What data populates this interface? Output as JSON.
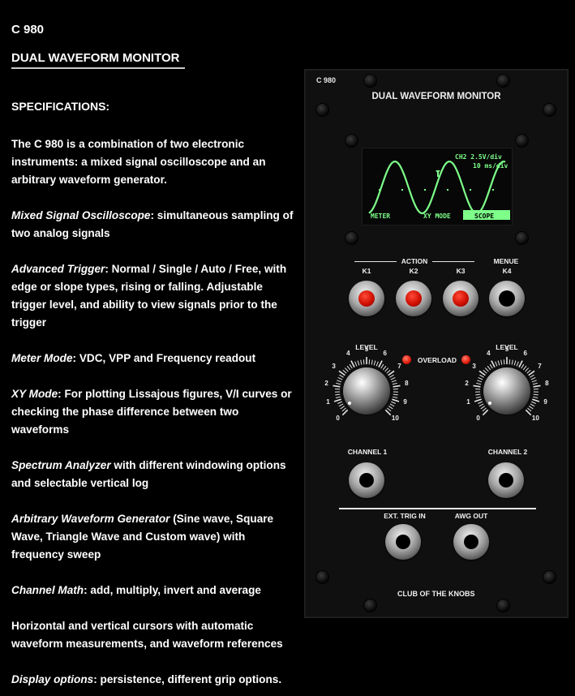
{
  "header": {
    "model": "C 980",
    "product": "DUAL WAVEFORM MONITOR",
    "spec_title": "SPECIFICATIONS:"
  },
  "specs": [
    {
      "lead": "",
      "text": "The C 980  is a combination of two electronic instruments: a mixed signal oscilloscope and an arbitrary waveform generator."
    },
    {
      "lead": "Mixed Signal Oscilloscope",
      "text": ": simultaneous sampling of two analog signals"
    },
    {
      "lead": "Advanced Trigger",
      "text": ": Normal / Single / Auto / Free, with edge or slope types, rising or falling. Adjustable trigger level, and ability to view signals prior to the trigger"
    },
    {
      "lead": "Meter Mode",
      "text": ": VDC, VPP and Frequency readout"
    },
    {
      "lead": "XY Mode",
      "text": ": For plotting Lissajous figures, V/I curves or checking the phase difference between two waveforms"
    },
    {
      "lead": "Spectrum Analyzer",
      "text": " with different windowing options and selectable vertical log"
    },
    {
      "lead": "Arbitrary Waveform Generator",
      "text": " (Sine wave, Square Wave, Triangle Wave and Custom wave) with frequency sweep"
    },
    {
      "lead": "Channel Math",
      "text": ": add, multiply, invert and average"
    },
    {
      "lead": "",
      "text": "Horizontal and vertical cursors with automatic waveform measurements, and waveform references"
    },
    {
      "lead": "Display options",
      "text": ": persistence, different grip options."
    }
  ],
  "panel": {
    "model": "C 980",
    "title": "DUAL WAVEFORM MONITOR",
    "screen": {
      "line1": "CH2 2.5",
      "line1_unit": "V/div",
      "line2": "10 ms/div",
      "soft_keys": [
        "METER",
        "XY MODE",
        "SCOPE"
      ],
      "selected_key": "SCOPE",
      "trace_color": "#7dff8a"
    },
    "action_label": "ACTION",
    "menu_label": "MENUE",
    "buttons": [
      "K1",
      "K2",
      "K3",
      "K4"
    ],
    "level_label": "LEVEL",
    "scale": [
      "0",
      "1",
      "2",
      "3",
      "4",
      "5",
      "6",
      "7",
      "8",
      "9",
      "10"
    ],
    "overload_label": "OVERLOAD",
    "channel1": "CHANNEL 1",
    "channel2": "CHANNEL 2",
    "ext_trig": "EXT. TRIG IN",
    "awg_out": "AWG OUT",
    "brand": "CLUB OF THE KNOBS",
    "led_color": "#e01a0a"
  }
}
